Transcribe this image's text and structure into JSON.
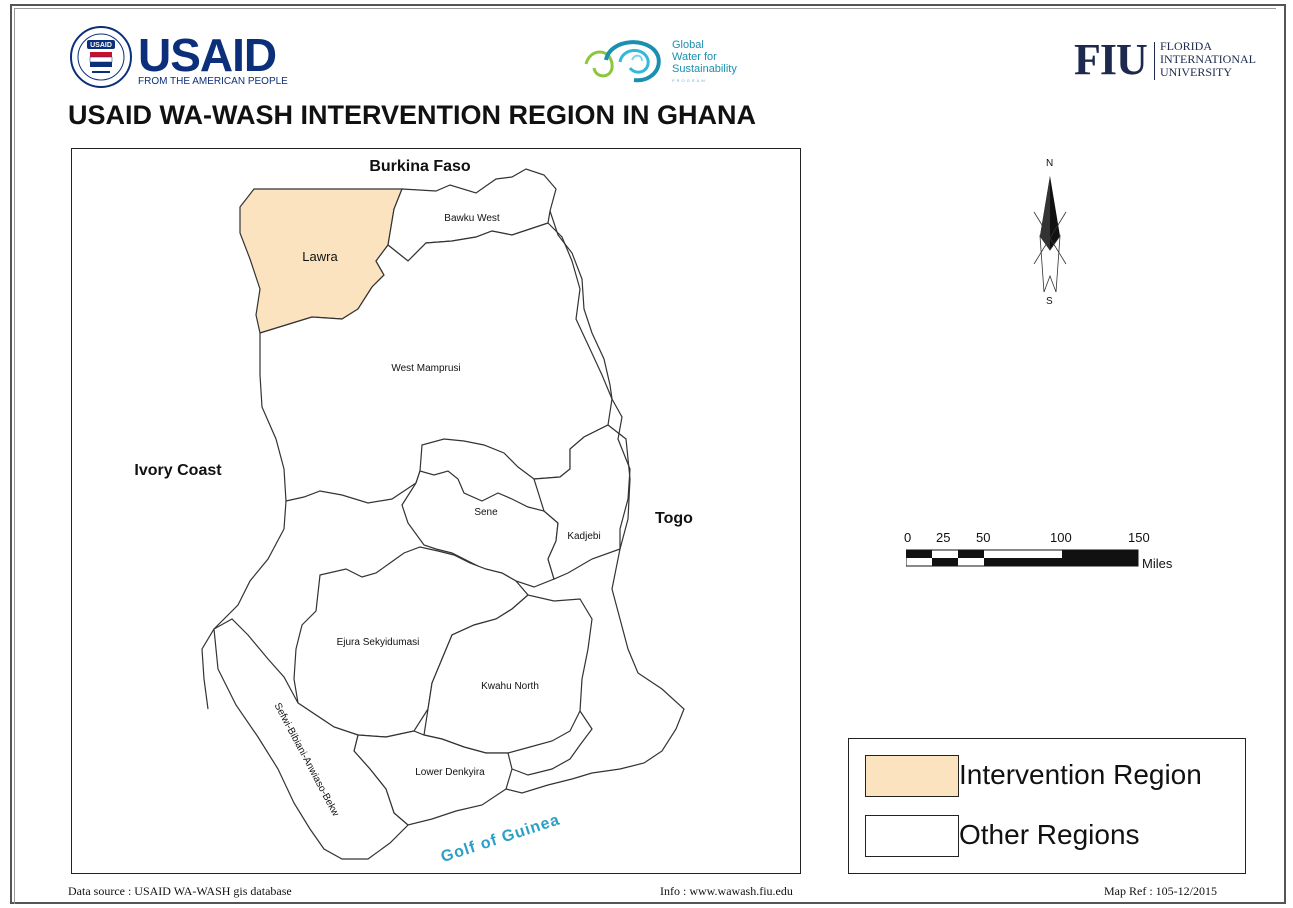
{
  "header": {
    "usaid": {
      "name": "USAID",
      "tagline": "FROM THE AMERICAN PEOPLE",
      "seal_text": "USAID"
    },
    "gws": {
      "line1": "Global",
      "line2": "Water for",
      "line3": "Sustainability",
      "line4": "PROGRAM"
    },
    "fiu": {
      "abbr": "FIU",
      "line1": "FLORIDA",
      "line2": "INTERNATIONAL",
      "line3": "UNIVERSITY"
    }
  },
  "title": "USAID WA-WASH INTERVENTION REGION IN GHANA",
  "map": {
    "neighbors": {
      "north": "Burkina Faso",
      "west": "Ivory Coast",
      "east": "Togo",
      "south": "Golf of Guinea"
    },
    "regions": [
      {
        "name": "Lawra",
        "category": "Intervention Region"
      },
      {
        "name": "Bawku West",
        "category": "Other Regions"
      },
      {
        "name": "West Mamprusi",
        "category": "Other Regions"
      },
      {
        "name": "Sene",
        "category": "Other Regions"
      },
      {
        "name": "Kadjebi",
        "category": "Other Regions"
      },
      {
        "name": "Ejura Sekyidumasi",
        "category": "Other Regions"
      },
      {
        "name": "Kwahu North",
        "category": "Other Regions"
      },
      {
        "name": "Lower Denkyira",
        "category": "Other Regions"
      },
      {
        "name": "Sefwi-Bibiani-Anwiaso-Bekw",
        "category": "Other Regions"
      }
    ],
    "colors": {
      "intervention": "#fbe3bf",
      "other": "#ffffff",
      "sea_label": "#2aa0c8"
    }
  },
  "compass": {
    "north": "N",
    "south": "S"
  },
  "scale_bar": {
    "ticks": [
      "0",
      "25",
      "50",
      "100",
      "150"
    ],
    "unit": "Miles"
  },
  "legend": [
    {
      "label": "Intervention Region",
      "color": "#fbe3bf"
    },
    {
      "label": "Other Regions",
      "color": "#ffffff"
    }
  ],
  "footer": {
    "source": "Data source : USAID WA-WASH gis database",
    "info": "Info : www.wawash.fiu.edu",
    "ref": "Map Ref : 105-12/2015"
  }
}
